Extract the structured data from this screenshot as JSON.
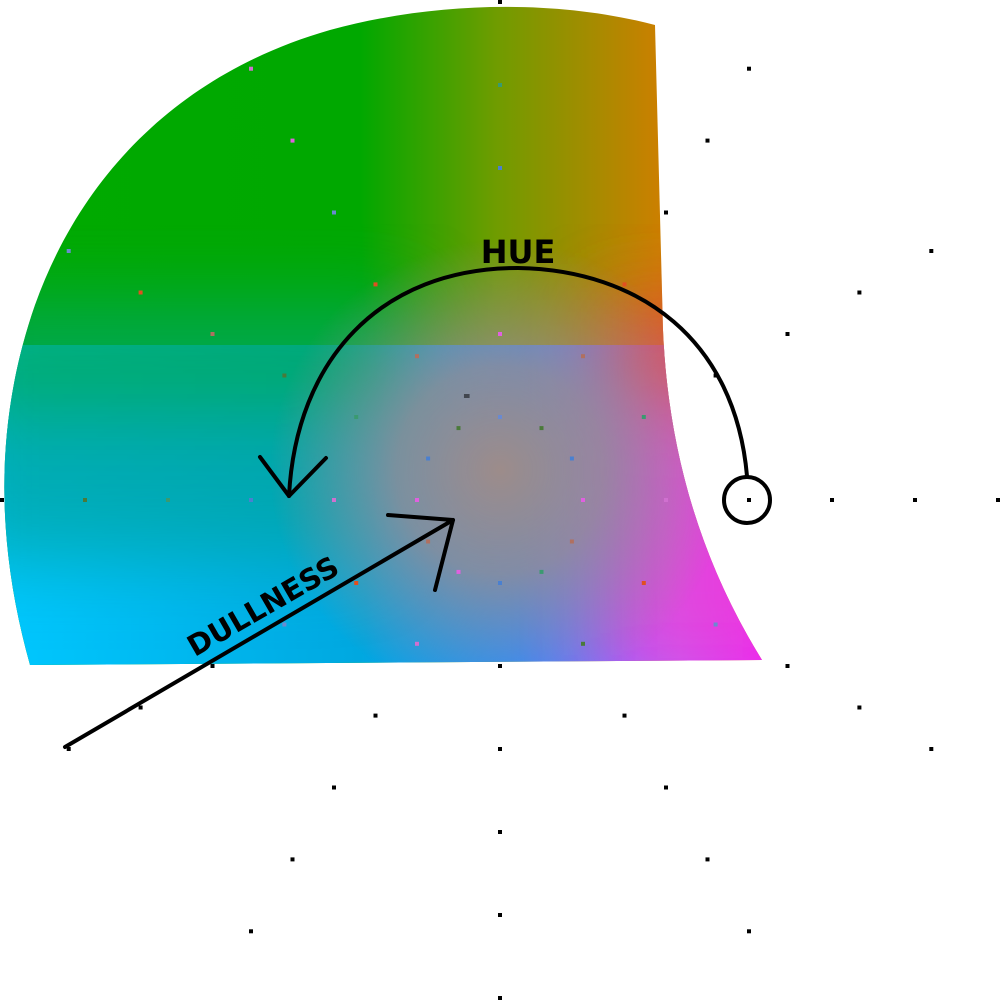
{
  "labels": {
    "hue": "HUE",
    "dullness": "DULLNESS",
    "center_mark": "="
  },
  "colors": {
    "green": "#00aa00",
    "olive": "#7f9f00",
    "orange": "#ff6000",
    "magenta": "#ff00ff",
    "teal": "#00a08c",
    "cyan": "#00c0ff",
    "azure": "#0090ff",
    "violet": "#b050ff",
    "center_gray": "#9b8a8a",
    "ink": "#000000"
  },
  "arrows": {
    "hue": "curved-arrow-counterclockwise",
    "dullness": "straight-arrow-toward-center"
  }
}
